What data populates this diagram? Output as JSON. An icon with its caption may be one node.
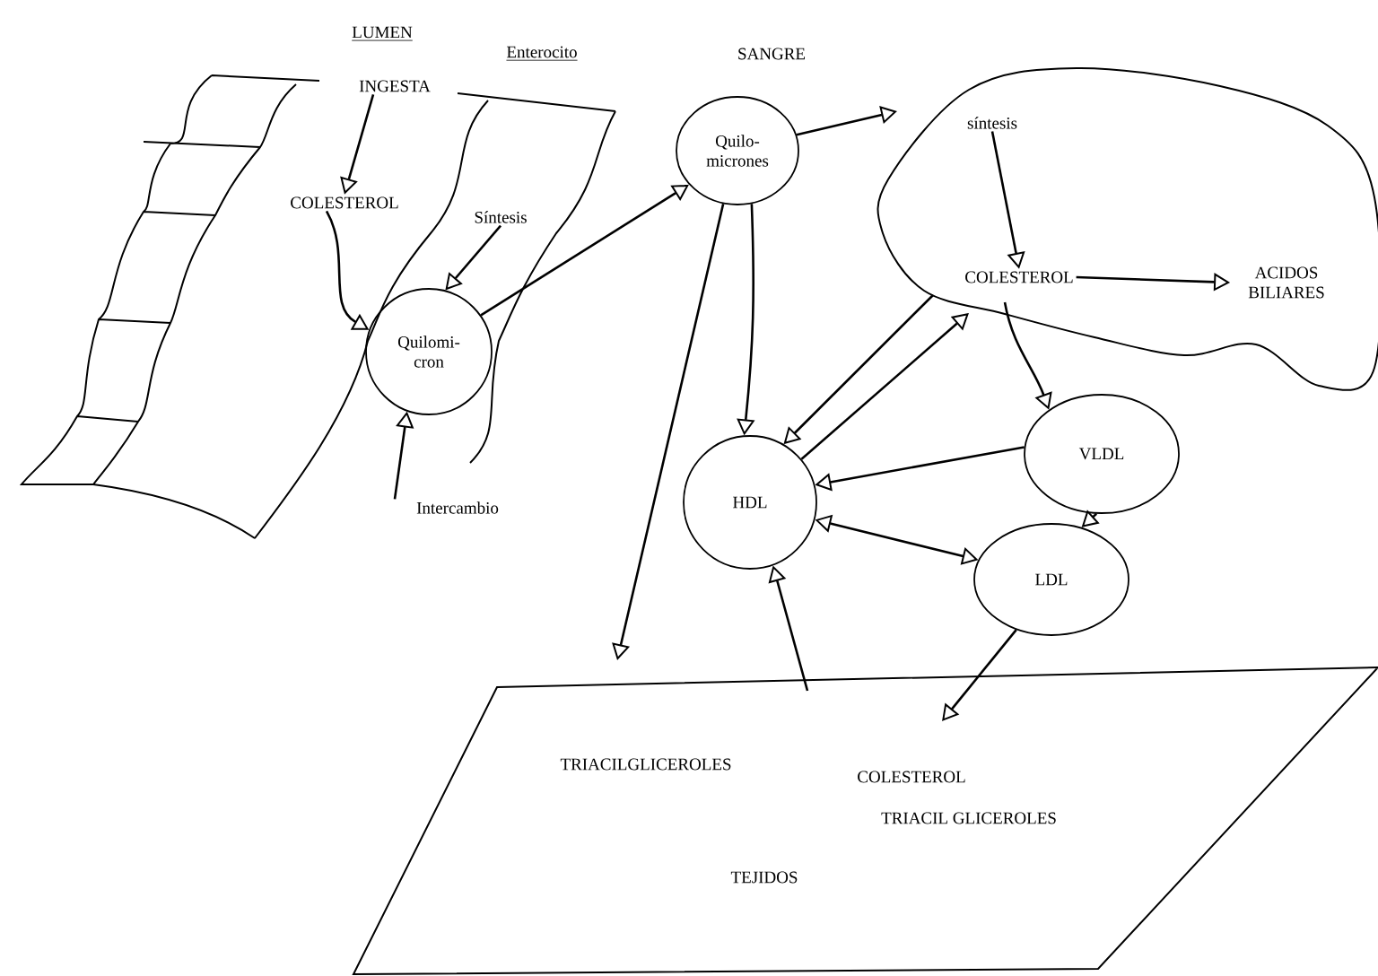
{
  "diagram": {
    "nodes": [
      {
        "text": [
          "INGESTA"
        ]
      },
      {
        "text": [
          "COLESTEROL"
        ]
      },
      {
        "text": [
          "Síntesis"
        ]
      },
      {
        "text": [
          "Quilomi- cron"
        ]
      },
      {
        "text": [
          "Intercambio"
        ]
      },
      {
        "text": [
          "Quilo- micrones"
        ]
      },
      {
        "text": [],
        "shape": "cloud"
      },
      {
        "text": [
          "síntesis"
        ],
        "in": 6
      },
      {
        "text": [
          "COLESTEROL"
        ],
        "in": 6
      },
      {
        "text": [
          "ACIDOS BILIARES"
        ],
        "in": 6
      },
      {
        "text": [
          "HDL"
        ]
      },
      {
        "text": [
          "VLDL"
        ]
      },
      {
        "text": [
          "LDL"
        ]
      },
      {
        "text": [
          "TRIACILGLICEROLES",
          "COLESTEROL",
          "TRIACIL GLICEROLES",
          "TEJIDOS"
        ]
      }
    ],
    "edges": [
      {
        "from": 0,
        "to": 1,
        "arrow": "to"
      },
      {
        "from": 1,
        "to": 3,
        "arrow": "to"
      },
      {
        "from": 2,
        "to": 3,
        "arrow": "to"
      },
      {
        "from": 4,
        "to": 3,
        "arrow": "to"
      },
      {
        "from": 3,
        "to": 5,
        "arrow": "to"
      },
      {
        "from": 5,
        "to": 6,
        "arrow": "to"
      },
      {
        "from": 5,
        "to": 10,
        "arrow": "to"
      },
      {
        "from": 5,
        "to": 13,
        "arrow": "to"
      },
      {
        "from": 7,
        "to": 8,
        "arrow": "to"
      },
      {
        "from": 8,
        "to": 9,
        "arrow": "to"
      },
      {
        "from": 8,
        "to": 10,
        "arrow": "to"
      },
      {
        "from": 10,
        "to": 8,
        "arrow": "to"
      },
      {
        "from": 8,
        "to": 11,
        "arrow": "to"
      },
      {
        "from": 11,
        "to": 10,
        "arrow": "to"
      },
      {
        "from": 11,
        "to": 12,
        "arrow": "to"
      },
      {
        "from": 10,
        "to": 12,
        "arrow": "both"
      },
      {
        "from": 13,
        "to": 10,
        "arrow": "to"
      },
      {
        "from": 12,
        "to": 13,
        "arrow": "to"
      }
    ],
    "labels": [
      "LUMEN",
      "Enterocito",
      "SANGRE"
    ]
  }
}
